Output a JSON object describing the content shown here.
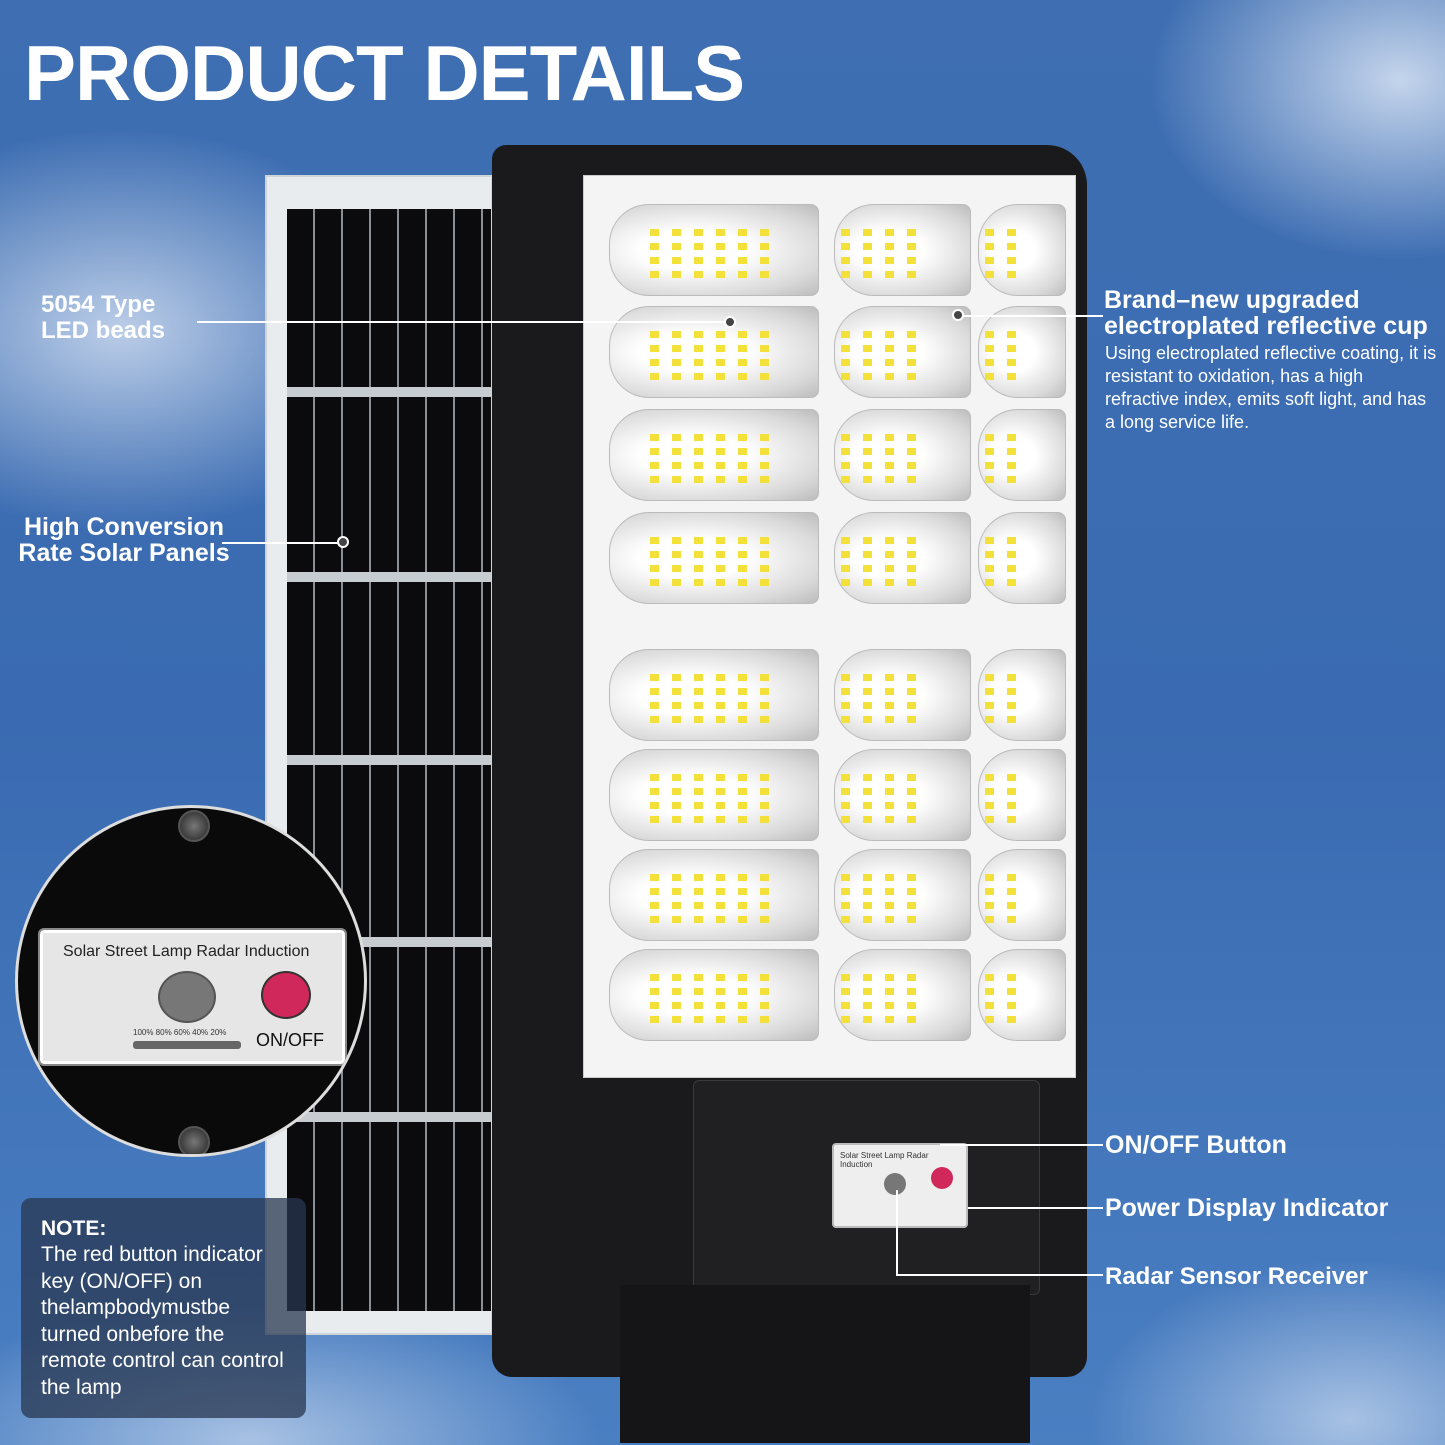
{
  "title": "PRODUCT DETAILS",
  "labels": {
    "led_beads": [
      "5054 Type",
      "LED beads"
    ],
    "solar": [
      "High Conversion",
      "Rate Solar Panels"
    ],
    "cup_title": [
      "Brand–new upgraded",
      "electroplated reflective cup"
    ],
    "cup_desc": "Using electroplated reflective coating, it is resistant to oxidation, has a high refractive index, emits soft light, and has a long service life.",
    "onoff_button": "ON/OFF Button",
    "power_display": "Power Display Indicator",
    "radar": "Radar Sensor Receiver"
  },
  "inset": {
    "title": "Solar Street Lamp Radar Induction",
    "percentages": "100% 80% 60% 40% 20%",
    "onoff": "ON/OFF"
  },
  "note": {
    "heading": "NOTE:",
    "body": "The red button indicator key (ON/OFF) on thelampbodymustbe turned onbefore the remote control can control the lamp"
  }
}
